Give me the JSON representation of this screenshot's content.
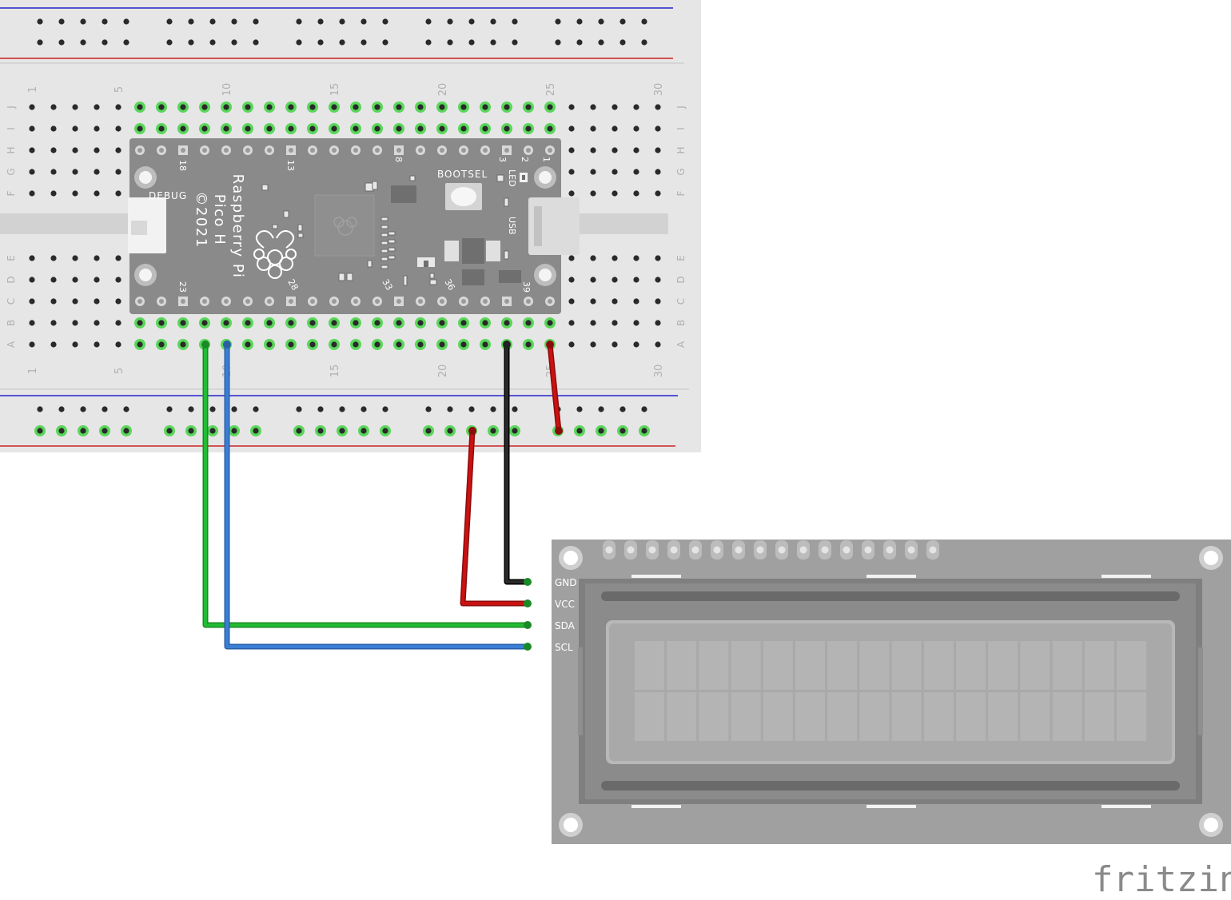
{
  "breadboard": {
    "column_numbers": [
      "1",
      "5",
      "10",
      "15",
      "20",
      "25",
      "30"
    ],
    "row_letters_top": [
      "J",
      "I",
      "H",
      "G",
      "F"
    ],
    "row_letters_bottom": [
      "E",
      "D",
      "C",
      "B",
      "A"
    ]
  },
  "pico": {
    "title_lines": [
      "Raspberry Pi",
      "Pico H",
      "©2021"
    ],
    "debug_label": "DEBUG",
    "bootsel_label": "BOOTSEL",
    "led_label": "LED",
    "usb_label": "USB",
    "pin_numbers": [
      "18",
      "13",
      "8",
      "3",
      "2",
      "1",
      "23",
      "28",
      "33",
      "36",
      "39"
    ]
  },
  "lcd": {
    "pins": [
      "GND",
      "VCC",
      "SDA",
      "SCL"
    ]
  },
  "wires": [
    {
      "name": "green",
      "color": "#22bb33"
    },
    {
      "name": "blue",
      "color": "#3a7fd5"
    },
    {
      "name": "black",
      "color": "#222222"
    },
    {
      "name": "red-gnd-vcc",
      "color": "#cc1111"
    },
    {
      "name": "red-rail",
      "color": "#cc1111"
    }
  ],
  "watermark": "fritzing"
}
